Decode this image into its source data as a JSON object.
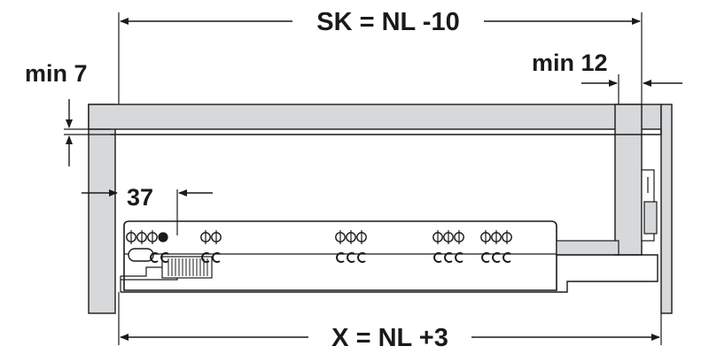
{
  "dimensions": {
    "top": "SK = NL -10",
    "bottom": "X = NL +3",
    "left_gap": "min 7",
    "right_gap": "min 12",
    "hole_offset": "37"
  },
  "colors": {
    "panel": "#d6d8da",
    "line": "#1a1a1a",
    "background": "#ffffff"
  },
  "hole_groups": [
    {
      "holes": 3,
      "slots": 2,
      "has_black_dot": true
    },
    {
      "holes": 2,
      "slots": 2,
      "has_black_dot": false
    },
    {
      "holes": 3,
      "slots": 3,
      "has_black_dot": false
    },
    {
      "holes": 3,
      "slots": 3,
      "has_black_dot": false
    },
    {
      "holes": 3,
      "slots": 3,
      "has_black_dot": false
    }
  ]
}
